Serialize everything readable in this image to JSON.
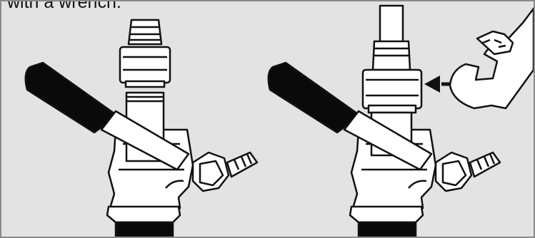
{
  "caption": {
    "text": "with a wrench."
  },
  "illustrations": [
    {
      "name": "coupler-adapter-removed",
      "icons": [
        "keg-coupler-icon",
        "hose-barb-icon",
        "hex-nut-icon"
      ]
    },
    {
      "name": "coupler-adapter-attached",
      "icons": [
        "keg-coupler-icon",
        "wrench-icon",
        "direction-arrow-icon"
      ]
    }
  ],
  "colors": {
    "background": "#e3e3e3",
    "border": "#8a8a8a",
    "outline": "#111111",
    "part_fill": "#ffffff",
    "handle": "#0a0a0a"
  }
}
